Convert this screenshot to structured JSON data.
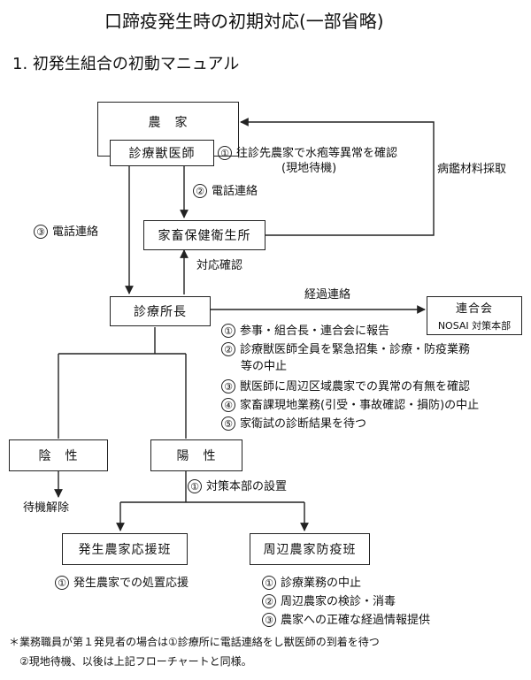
{
  "title": "口蹄疫発生時の初期対応(一部省略)",
  "section": "1. 初発生組合の初動マニュアル",
  "boxes": {
    "farm": "農　家",
    "vet": "診療獣医師",
    "hygiene": "家畜保健衛生所",
    "clinic_head": "診療所長",
    "federation_line1": "連合会",
    "federation_line2": "NOSAI 対策本部",
    "negative": "陰　性",
    "positive": "陽　性",
    "support_team": "発生農家応援班",
    "prevent_team": "周辺農家防疫班"
  },
  "labels": {
    "step1_line1": "往診先農家で水疱等異常を確認",
    "step1_line2": "(現地待機)",
    "step2": "電話連絡",
    "step3": "電話連絡",
    "pathology": "病鑑材料採取",
    "confirm": "対応確認",
    "progress_contact": "経過連絡",
    "release": "待機解除",
    "hq_setup": "対策本部の設置"
  },
  "head_actions": [
    "参事・組合長・連合会に報告",
    "診療獣医師全員を緊急招集・診療・防疫業務",
    "等の中止",
    "獣医師に周辺区域農家での異常の有無を確認",
    "家畜課現地業務(引受・事故確認・損防)の中止",
    "家衛試の診断結果を待つ"
  ],
  "support_actions": [
    "発生農家での処置応援"
  ],
  "prevent_actions": [
    "診療業務の中止",
    "周辺農家の検診・消毒",
    "農家への正確な経過情報提供"
  ],
  "footnote_line1": "＊業務職員が第１発見者の場合は①診療所に電話連絡をし獣医師の到着を待つ",
  "footnote_line2": "②現地待機、以後は上記フローチャートと同様。",
  "numerals": [
    "①",
    "②",
    "③",
    "④",
    "⑤"
  ]
}
